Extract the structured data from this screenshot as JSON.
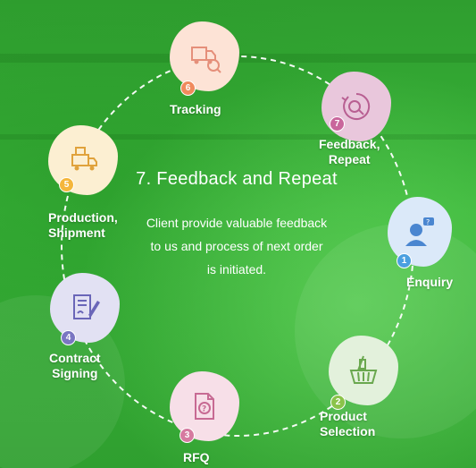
{
  "center": {
    "title": "7. Feedback and Repeat",
    "description": "Client provide valuable feedback\nto us and process of next order\nis initiated."
  },
  "steps": [
    {
      "number": "1",
      "label": "Enquiry",
      "icon": "customer-support-icon",
      "blob_color": "#dbe9f9",
      "badge_color": "#4a9fe0"
    },
    {
      "number": "2",
      "label": "Product\nSelection",
      "icon": "shopping-basket-icon",
      "blob_color": "#e3f1dc",
      "badge_color": "#8bc34a"
    },
    {
      "number": "3",
      "label": "RFQ",
      "icon": "quote-document-icon",
      "blob_color": "#f7dfe8",
      "badge_color": "#d67aa0"
    },
    {
      "number": "4",
      "label": "Contract\nSigning",
      "icon": "contract-pen-icon",
      "blob_color": "#e2e1f3",
      "badge_color": "#7a76c2"
    },
    {
      "number": "5",
      "label": "Production,\nShipment",
      "icon": "delivery-truck-icon",
      "blob_color": "#fcefd2",
      "badge_color": "#f4b63b"
    },
    {
      "number": "6",
      "label": "Tracking",
      "icon": "tracking-truck-icon",
      "blob_color": "#fde3d6",
      "badge_color": "#f08a5d"
    },
    {
      "number": "7",
      "label": "Feedback,\nRepeat",
      "icon": "feedback-cycle-icon",
      "blob_color": "#e9c7dc",
      "badge_color": "#c9669c"
    }
  ]
}
